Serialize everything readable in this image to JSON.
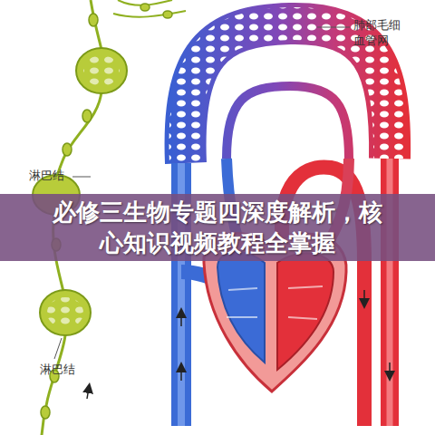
{
  "diagram": {
    "title": "必修三生物专题四深度解析，核心知识视频教程全掌握",
    "labels": [
      "肺部毛细血管网",
      "淋巴结",
      "淋巴结"
    ]
  }
}
